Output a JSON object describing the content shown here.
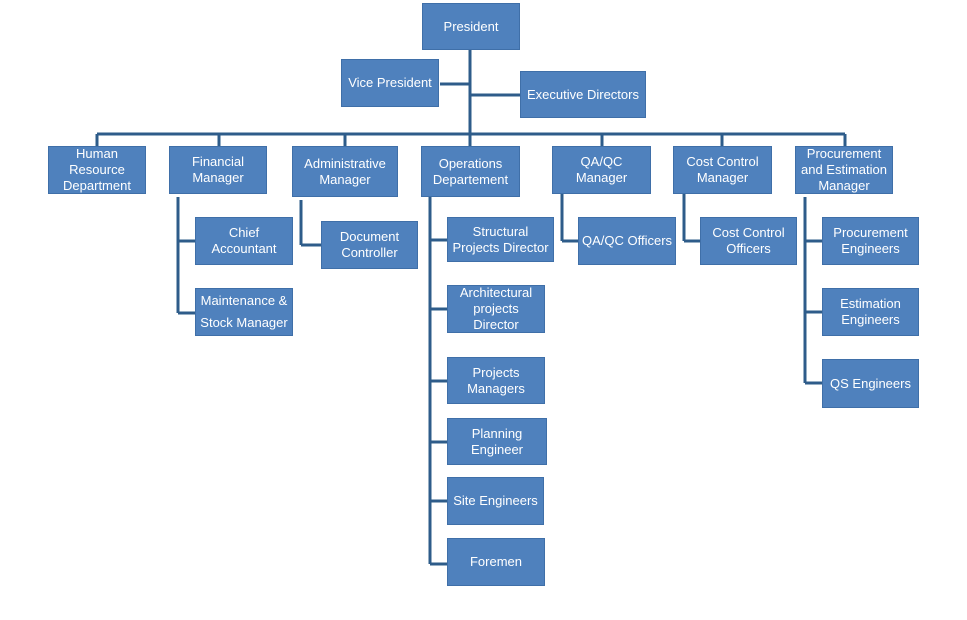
{
  "org_chart": {
    "president": "President",
    "vice_president": "Vice President",
    "executive_directors": "Executive Directors",
    "departments": {
      "hr": "Human\nResource\nDepartment",
      "financial": "Financial\nManager",
      "administrative": "Administrative\nManager",
      "operations": "Operations\nDepartement",
      "qaqc": "QA/QC Manager",
      "cost_control": "Cost Control\nManager",
      "procurement": "Procurement\nand Estimation\nManager"
    },
    "financial_staff": {
      "chief_accountant": "Chief\nAccountant",
      "maintenance": "Maintenance &\nStock Manager"
    },
    "administrative_staff": {
      "document_controller": "Document\nController"
    },
    "operations_staff": {
      "structural": "Structural\nProjects Director",
      "architectural": "Architectural\nprojects\nDirector",
      "projects_managers": "Projects\nManagers",
      "planning": "Planning\nEngineer",
      "site_engineers": "Site Engineers",
      "foremen": "Foremen"
    },
    "qaqc_staff": {
      "officers": "QA/QC Officers"
    },
    "cost_control_staff": {
      "officers": "Cost Control\nOfficers"
    },
    "procurement_staff": {
      "procurement_engineers": "Procurement\nEngineers",
      "estimation_engineers": "Estimation\nEngineers",
      "qs_engineers": "QS Engineers"
    },
    "colors": {
      "box": "#4f81bd",
      "line": "#2e5c8a",
      "text": "#ffffff"
    }
  }
}
